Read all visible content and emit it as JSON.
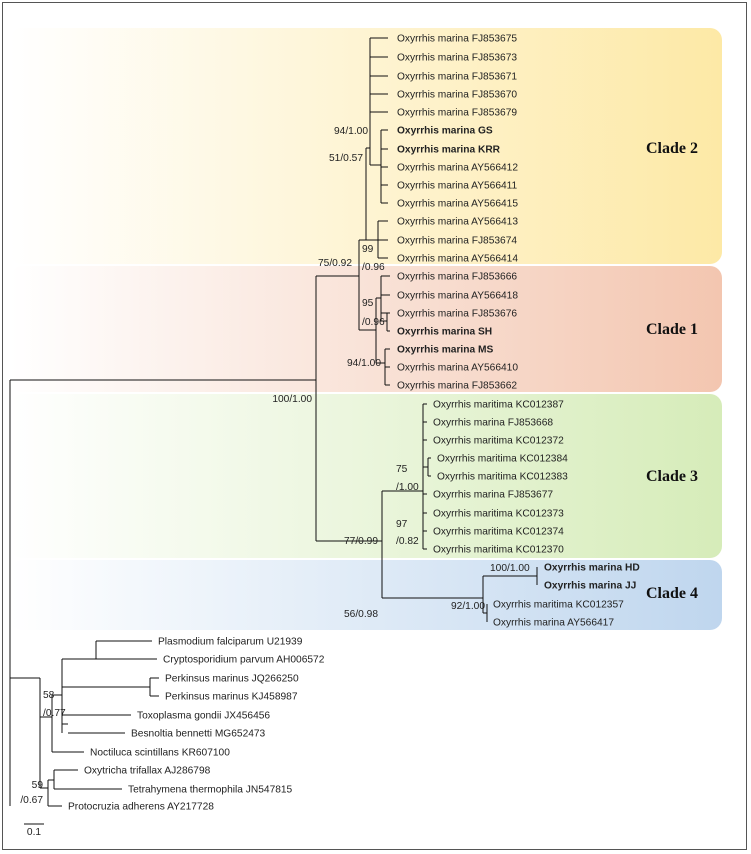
{
  "clades": [
    {
      "label": "Clade 2",
      "color": "#fde9a6"
    },
    {
      "label": "Clade 1",
      "color": "#f3c6b0"
    },
    {
      "label": "Clade 3",
      "color": "#d6ecb9"
    },
    {
      "label": "Clade 4",
      "color": "#bfd6ee"
    }
  ],
  "taxa": [
    {
      "label": "Oxyrrhis marina FJ853675",
      "bold": false
    },
    {
      "label": "Oxyrrhis marina FJ853673",
      "bold": false
    },
    {
      "label": "Oxyrrhis marina FJ853671",
      "bold": false
    },
    {
      "label": "Oxyrrhis marina FJ853670",
      "bold": false
    },
    {
      "label": "Oxyrrhis marina FJ853679",
      "bold": false
    },
    {
      "label": "Oxyrrhis marina GS",
      "bold": true
    },
    {
      "label": "Oxyrrhis marina KRR",
      "bold": true
    },
    {
      "label": "Oxyrrhis marina AY566412",
      "bold": false
    },
    {
      "label": "Oxyrrhis marina AY566411",
      "bold": false
    },
    {
      "label": "Oxyrrhis marina AY566415",
      "bold": false
    },
    {
      "label": "Oxyrrhis marina AY566413",
      "bold": false
    },
    {
      "label": "Oxyrrhis marina FJ853674",
      "bold": false
    },
    {
      "label": "Oxyrrhis marina AY566414",
      "bold": false
    },
    {
      "label": "Oxyrrhis marina FJ853666",
      "bold": false
    },
    {
      "label": "Oxyrrhis marina AY566418",
      "bold": false
    },
    {
      "label": "Oxyrrhis marina FJ853676",
      "bold": false
    },
    {
      "label": "Oxyrrhis marina SH",
      "bold": true
    },
    {
      "label": "Oxyrrhis marina MS",
      "bold": true
    },
    {
      "label": "Oxyrrhis marina AY566410",
      "bold": false
    },
    {
      "label": "Oxyrrhis marina FJ853662",
      "bold": false
    },
    {
      "label": "Oxyrrhis maritima KC012387",
      "bold": false
    },
    {
      "label": "Oxyrrhis marina FJ853668",
      "bold": false
    },
    {
      "label": "Oxyrrhis maritima KC012372",
      "bold": false
    },
    {
      "label": "Oxyrrhis maritima KC012384",
      "bold": false
    },
    {
      "label": "Oxyrrhis maritima KC012383",
      "bold": false
    },
    {
      "label": "Oxyrrhis marina FJ853677",
      "bold": false
    },
    {
      "label": "Oxyrrhis maritima KC012373",
      "bold": false
    },
    {
      "label": "Oxyrrhis maritima KC012374",
      "bold": false
    },
    {
      "label": "Oxyrrhis maritima KC012370",
      "bold": false
    },
    {
      "label": "Oxyrrhis marina HD",
      "bold": true
    },
    {
      "label": "Oxyrrhis marina JJ",
      "bold": true
    },
    {
      "label": "Oxyrrhis maritima KC012357",
      "bold": false
    },
    {
      "label": "Oxyrrhis marina AY566417",
      "bold": false
    },
    {
      "label": "Plasmodium falciparum U21939",
      "bold": false
    },
    {
      "label": "Cryptosporidium parvum AH006572",
      "bold": false
    },
    {
      "label": "Perkinsus marinus JQ266250",
      "bold": false
    },
    {
      "label": "Perkinsus marinus KJ458987",
      "bold": false
    },
    {
      "label": "Toxoplasma gondii JX456456",
      "bold": false
    },
    {
      "label": "Besnoltia bennetti MG652473",
      "bold": false
    },
    {
      "label": "Noctiluca scintillans KR607100",
      "bold": false
    },
    {
      "label": "Oxytricha trifallax AJ286798",
      "bold": false
    },
    {
      "label": "Tetrahymena thermophila JN547815",
      "bold": false
    },
    {
      "label": "Protocruzia adherens AY217728",
      "bold": false
    }
  ],
  "support": [
    "94/1.00",
    "51/0.57",
    "99",
    "/0.96",
    "75/0.92",
    "95",
    "/0.96",
    "94/1.00",
    "100/1.00",
    "75",
    "/1.00",
    "97",
    "/0.82",
    "77/0.99",
    "100/1.00",
    "56/0.98",
    "92/1.00",
    "58",
    "/0.77",
    "59",
    "/0.67"
  ],
  "scale_bar": "0.1"
}
